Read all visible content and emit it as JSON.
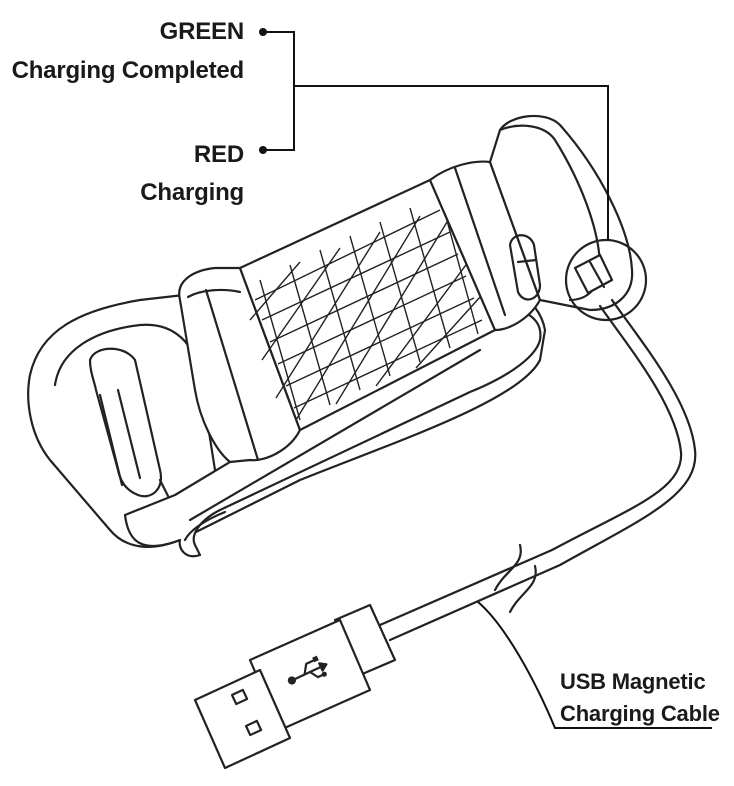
{
  "labels": {
    "green_title": "GREEN",
    "green_desc": "Charging Completed",
    "red_title": "RED",
    "red_desc": "Charging",
    "usb_line1": "USB Magnetic",
    "usb_line2": "Charging Cable"
  },
  "icons": {
    "usb": "usb-trident-icon"
  },
  "colors": {
    "line": "#222222",
    "background": "#ffffff"
  }
}
